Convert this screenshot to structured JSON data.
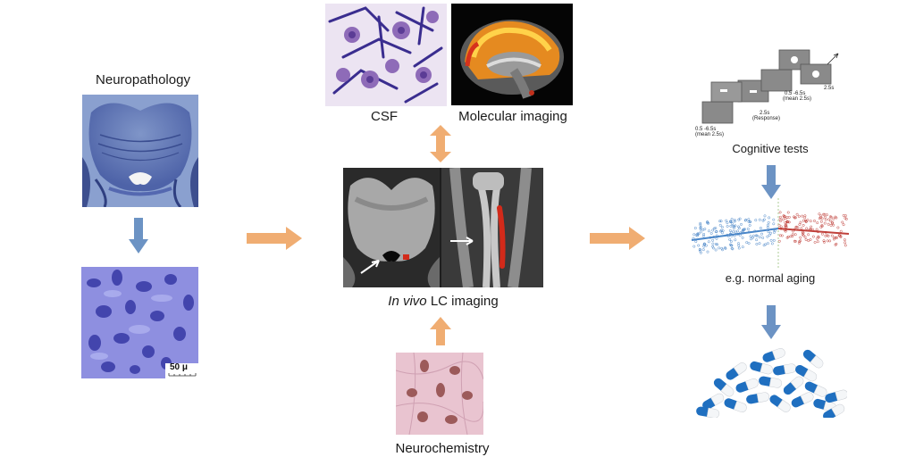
{
  "labels": {
    "neuropathology": "Neuropathology",
    "csf": "CSF",
    "molecular_imaging": "Molecular imaging",
    "in_vivo_italic": "In vivo",
    "lc_imaging": " LC imaging",
    "neurochemistry": "Neurochemistry",
    "cognitive_tests": "Cognitive tests",
    "normal_aging": "e.g. normal aging"
  },
  "scale_bar": "50 μ",
  "cognitive_task_text": {
    "t1": "0.5 -6.5s",
    "t1b": "(mean 2.5s)",
    "t2": "2.5s",
    "t2b": "(Response)",
    "t3": "0.5 -6.5s",
    "t3b": "(mean 2.5s)",
    "t4": "2.5s"
  },
  "colors": {
    "arrow_orange": "#f0ad72",
    "arrow_blue": "#6c93c4",
    "scatter_blue": "#4a86c8",
    "scatter_red": "#c0403a",
    "stain_purple": "#4b4fc0",
    "capsule_blue": "#1f6fc0"
  }
}
